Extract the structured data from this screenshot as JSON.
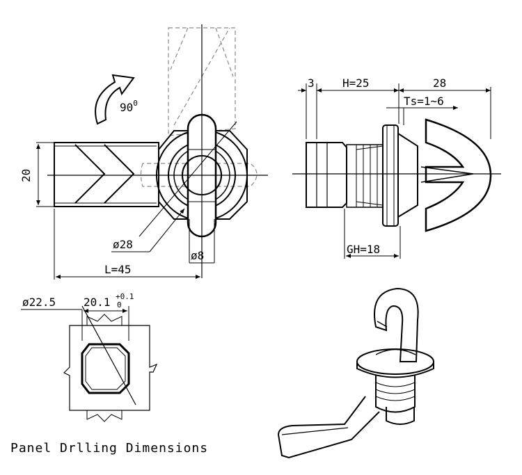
{
  "colors": {
    "line": "#000000",
    "hidden": "#888888",
    "background": "#ffffff"
  },
  "labels": {
    "rotation": "90",
    "rotation_sup": "0",
    "height_20": "20",
    "dia_28": "ø28",
    "dia_8": "ø8",
    "length": "L=45",
    "dim_3": "3",
    "dim_h": "H=25",
    "dim_28": "28",
    "dim_ts": "Ts=1~6",
    "dim_gh": "GH=18",
    "dia_22_5": "ø22.5",
    "dim_20_1": "20.1",
    "tol_plus": "+0.1",
    "tol_zero": "0",
    "caption": "Panel Drlling Dimensions"
  }
}
